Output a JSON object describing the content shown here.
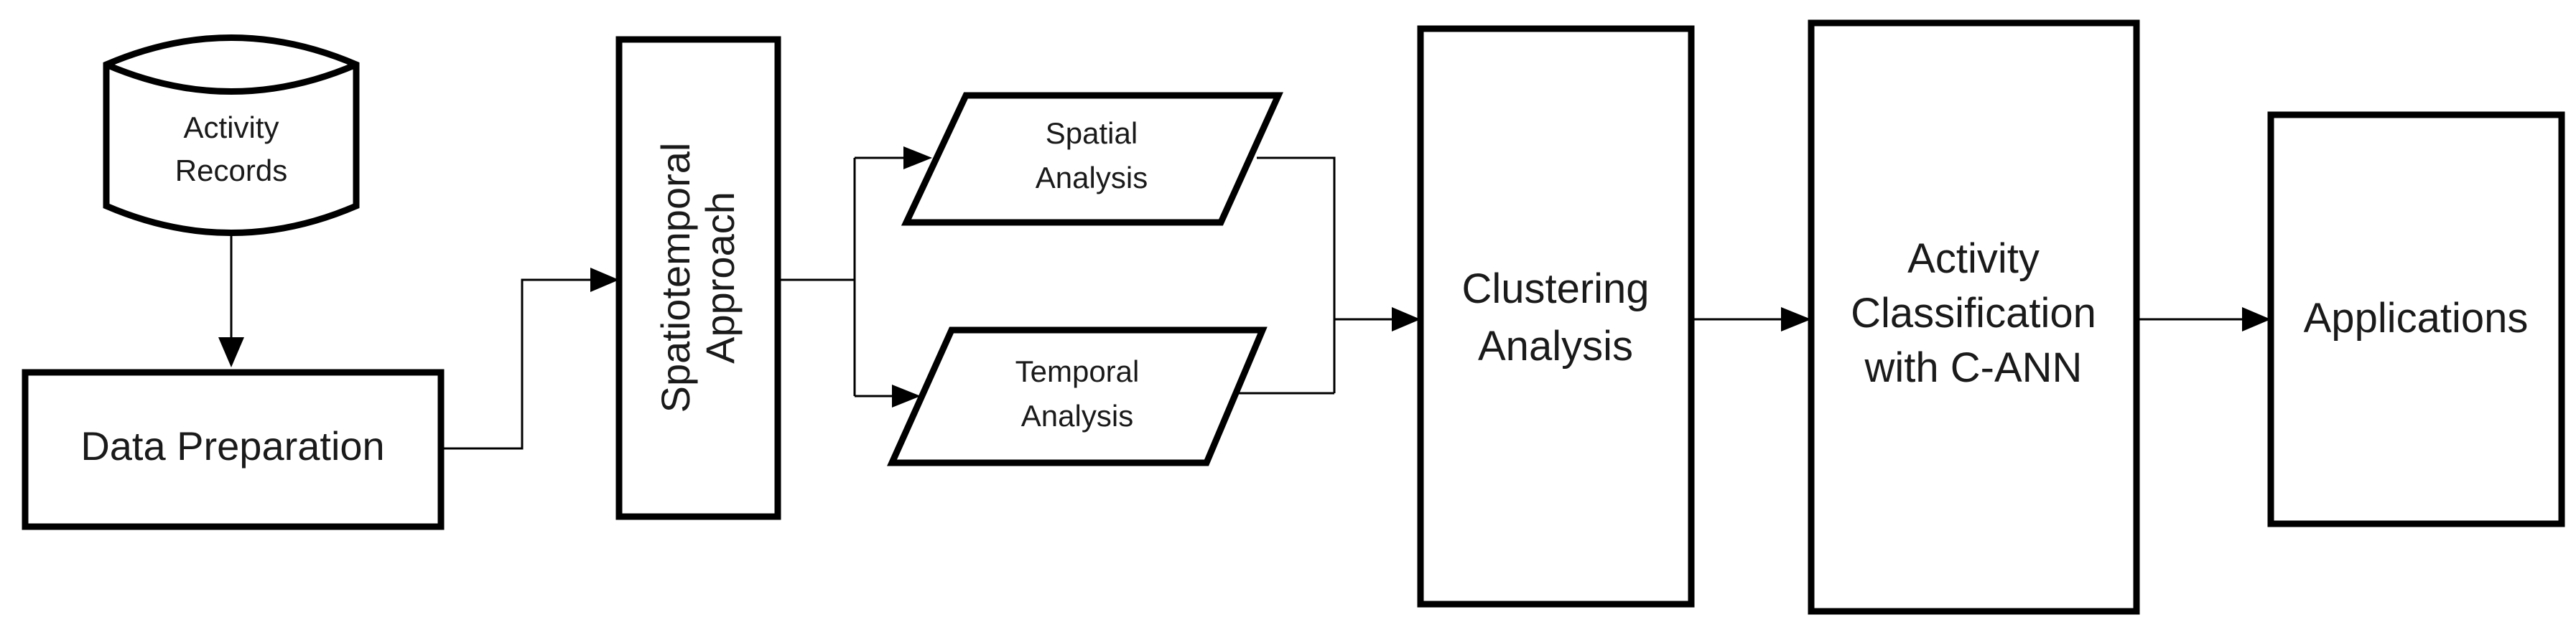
{
  "nodes": {
    "activity_records": [
      "Activity",
      "Records"
    ],
    "data_preparation": "Data Preparation",
    "spatiotemporal_approach": [
      "Spatiotemporal",
      "Approach"
    ],
    "spatial_analysis": [
      "Spatial",
      "Analysis"
    ],
    "temporal_analysis": [
      "Temporal",
      "Analysis"
    ],
    "clustering_analysis": [
      "Clustering",
      "Analysis"
    ],
    "activity_classification": [
      "Activity",
      "Classification",
      "with C-ANN"
    ],
    "applications": "Applications"
  }
}
